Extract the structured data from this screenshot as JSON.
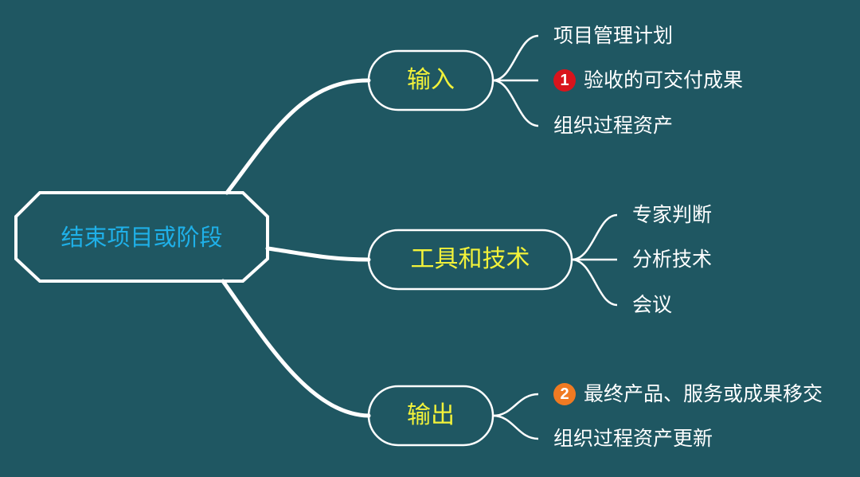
{
  "root": {
    "label": "结束项目或阶段"
  },
  "branches": [
    {
      "label": "输入",
      "items": [
        {
          "label": "项目管理计划"
        },
        {
          "label": "验收的可交付成果",
          "badge": "1",
          "badge_color": "#d9141c"
        },
        {
          "label": "组织过程资产"
        }
      ]
    },
    {
      "label": "工具和技术",
      "items": [
        {
          "label": "专家判断"
        },
        {
          "label": "分析技术"
        },
        {
          "label": "会议"
        }
      ]
    },
    {
      "label": "输出",
      "items": [
        {
          "label": "最终产品、服务或成果移交",
          "badge": "2",
          "badge_color": "#f07a22"
        },
        {
          "label": "组织过程资产更新"
        }
      ]
    }
  ],
  "colors": {
    "background": "#1f5762",
    "line": "#ffffff",
    "root_text": "#1fb0e8",
    "branch_text": "#f2f23a",
    "leaf_text": "#ffffff"
  }
}
